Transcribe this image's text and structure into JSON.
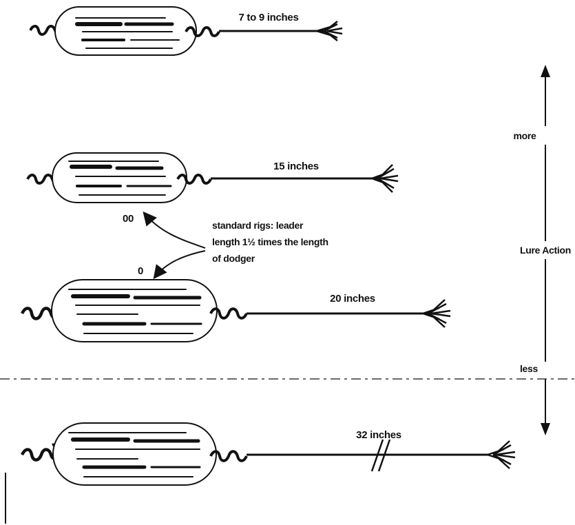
{
  "rigs": [
    {
      "id": "rig-1",
      "leader_label": "7 to 9 inches"
    },
    {
      "id": "rig-2",
      "leader_label": "15 inches",
      "size_label": "00"
    },
    {
      "id": "rig-3",
      "leader_label": "20 inches",
      "size_label": "0"
    },
    {
      "id": "rig-4",
      "leader_label": "32 inches"
    }
  ],
  "annotation": {
    "line1": "standard rigs: leader",
    "line2": "length 1½ times the length",
    "line3": "of dodger"
  },
  "scale": {
    "top_label": "more",
    "middle_label": "Lure Action",
    "bottom_label": "less"
  },
  "colors": {
    "ink": "#111111",
    "paper": "#ffffff"
  },
  "icons": [
    "dodger-icon",
    "lure-skirt-icon",
    "swivel-icon"
  ]
}
